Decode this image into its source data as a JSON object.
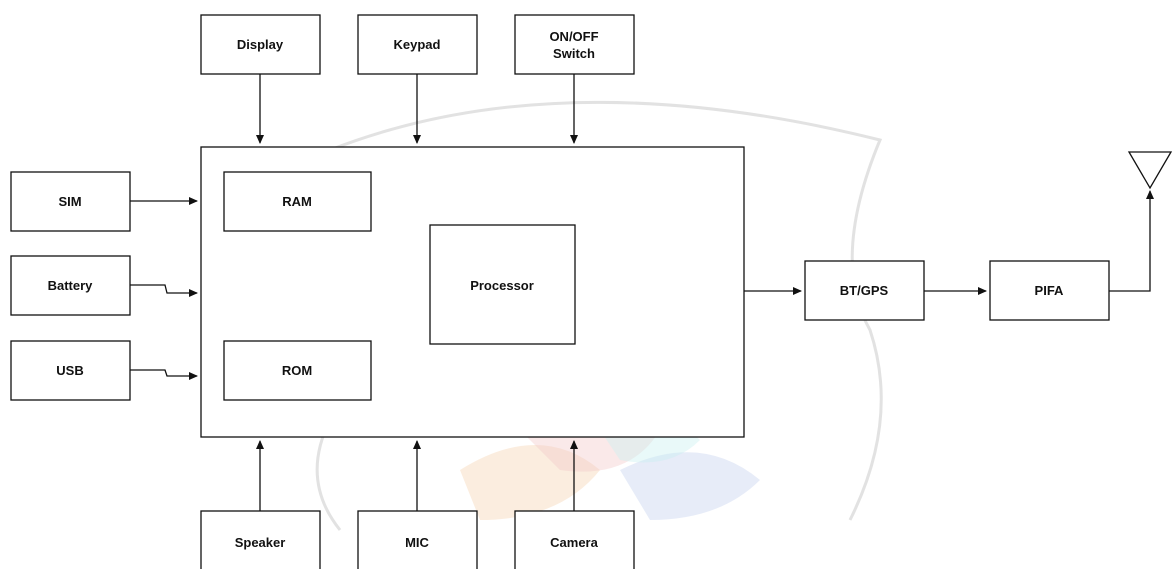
{
  "diagram": {
    "blocks": {
      "display": "Display",
      "keypad": "Keypad",
      "onoff_line1": "ON/OFF",
      "onoff_line2": "Switch",
      "sim": "SIM",
      "battery": "Battery",
      "usb": "USB",
      "ram": "RAM",
      "rom": "ROM",
      "processor": "Processor",
      "btgps": "BT/GPS",
      "pifa": "PIFA",
      "speaker": "Speaker",
      "mic": "MIC",
      "camera": "Camera"
    },
    "antenna_icon": "antenna-icon",
    "colors": {
      "stroke": "#111111",
      "watermark": "#cfcfcf"
    }
  }
}
